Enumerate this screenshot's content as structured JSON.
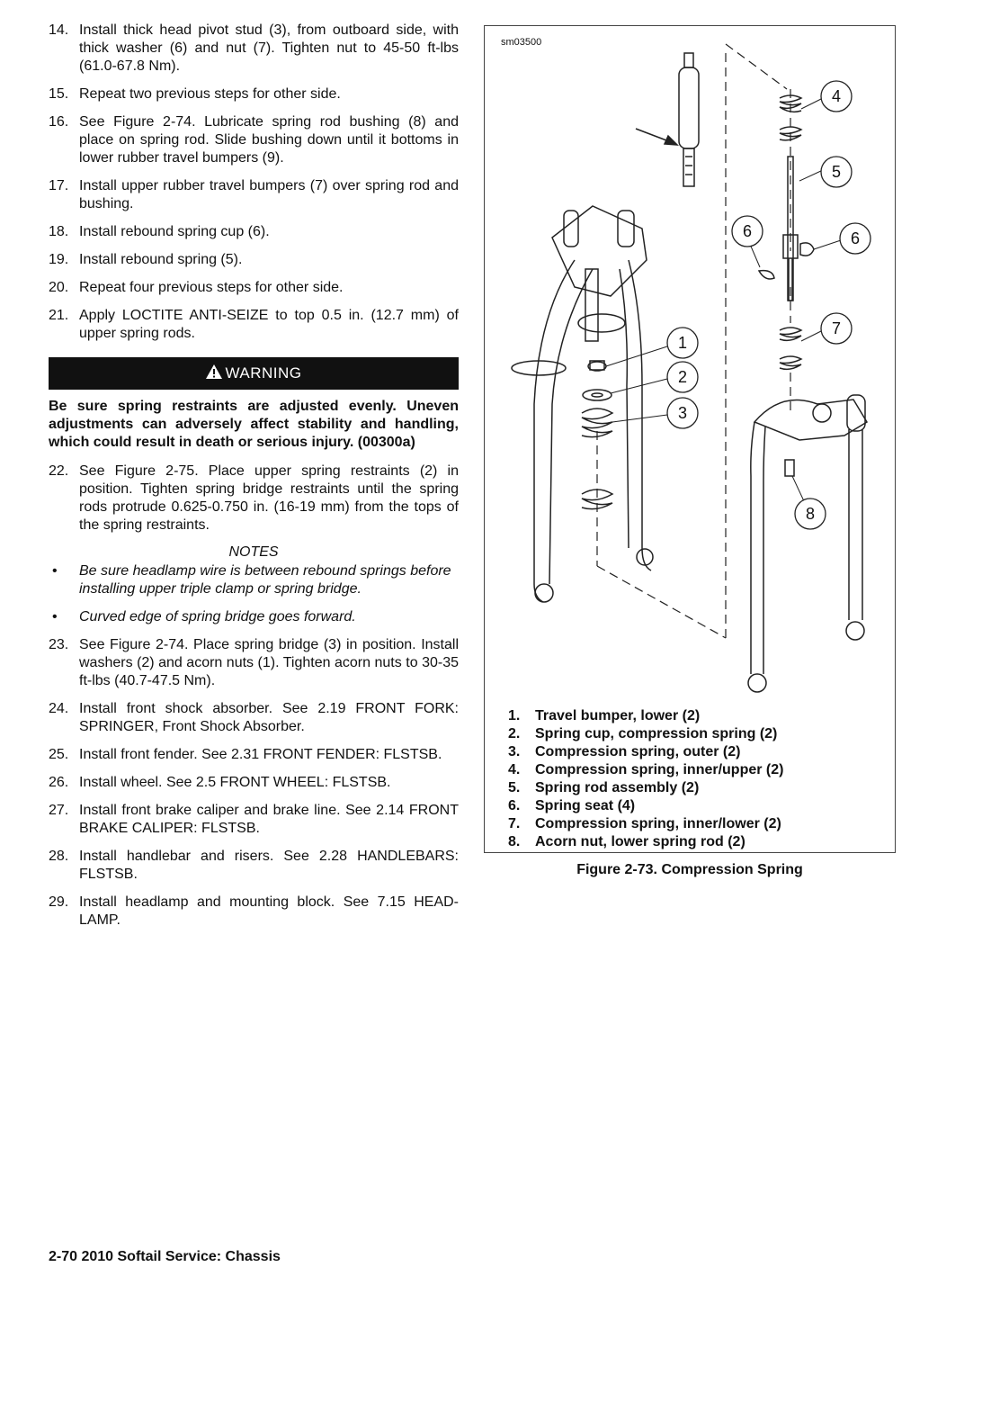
{
  "steps_a": [
    {
      "num": "14.",
      "text": "Install thick head pivot stud (3), from outboard side, with thick washer (6) and nut (7). Tighten nut to 45-50 ft-lbs (61.0-67.8 Nm)."
    },
    {
      "num": "15.",
      "text": "Repeat two previous steps for other side."
    },
    {
      "num": "16.",
      "text": "See Figure 2-74. Lubricate spring rod bushing (8) and place on spring rod. Slide bushing down until it bottoms in lower rubber travel bumpers (9)."
    },
    {
      "num": "17.",
      "text": "Install upper rubber travel bumpers (7) over spring rod and bushing."
    },
    {
      "num": "18.",
      "text": "Install rebound spring cup (6)."
    },
    {
      "num": "19.",
      "text": "Install rebound spring (5)."
    },
    {
      "num": "20.",
      "text": "Repeat four previous steps for other side."
    },
    {
      "num": "21.",
      "text": "Apply LOCTITE ANTI-SEIZE to top 0.5 in. (12.7 mm) of upper spring rods."
    }
  ],
  "warning": {
    "label": "WARNING",
    "text": "Be sure spring restraints are adjusted evenly. Uneven adjustments can adversely affect stability and handling, which could result in death or serious injury. (00300a)"
  },
  "step_22": {
    "num": "22.",
    "text": "See Figure 2-75. Place upper spring restraints (2) in position. Tighten spring bridge restraints until the spring rods protrude 0.625-0.750 in. (16-19 mm) from the tops of the spring restraints."
  },
  "notes": {
    "title": "NOTES",
    "bullet": "•",
    "items": [
      "Be sure headlamp wire is between rebound springs before installing upper triple clamp or spring bridge.",
      "Curved edge of spring bridge goes forward."
    ]
  },
  "steps_b": [
    {
      "num": "23.",
      "text": "See Figure 2-74. Place spring bridge (3) in position. Install washers (2) and acorn nuts (1). Tighten acorn nuts to 30-35 ft-lbs (40.7-47.5 Nm)."
    },
    {
      "num": "24.",
      "text": "Install front shock absorber. See 2.19 FRONT FORK: SPRINGER, Front Shock Absorber."
    },
    {
      "num": "25.",
      "text": "Install front fender. See 2.31 FRONT FENDER: FLSTSB."
    },
    {
      "num": "26.",
      "text": "Install wheel. See 2.5 FRONT WHEEL: FLSTSB."
    },
    {
      "num": "27.",
      "text": "Install front brake caliper and brake line. See 2.14 FRONT BRAKE CALIPER: FLSTSB."
    },
    {
      "num": "28.",
      "text": "Install handlebar and risers. See 2.28 HANDLEBARS: FLSTSB."
    },
    {
      "num": "29.",
      "text": "Install headlamp and mounting block. See 7.15 HEAD-LAMP."
    }
  ],
  "figure": {
    "code": "sm03500",
    "callouts": [
      "1",
      "2",
      "3",
      "4",
      "5",
      "6",
      "6",
      "7",
      "8"
    ],
    "legend": [
      {
        "n": "1.",
        "label": "Travel bumper, lower (2)"
      },
      {
        "n": "2.",
        "label": "Spring cup, compression spring (2)"
      },
      {
        "n": "3.",
        "label": "Compression spring, outer (2)"
      },
      {
        "n": "4.",
        "label": "Compression spring, inner/upper (2)"
      },
      {
        "n": "5.",
        "label": "Spring rod assembly (2)"
      },
      {
        "n": "6.",
        "label": "Spring seat (4)"
      },
      {
        "n": "7.",
        "label": "Compression spring, inner/lower (2)"
      },
      {
        "n": "8.",
        "label": "Acorn nut, lower spring rod (2)"
      }
    ],
    "caption": "Figure 2-73. Compression Spring"
  },
  "footer": "2-70  2010 Softail Service: Chassis"
}
